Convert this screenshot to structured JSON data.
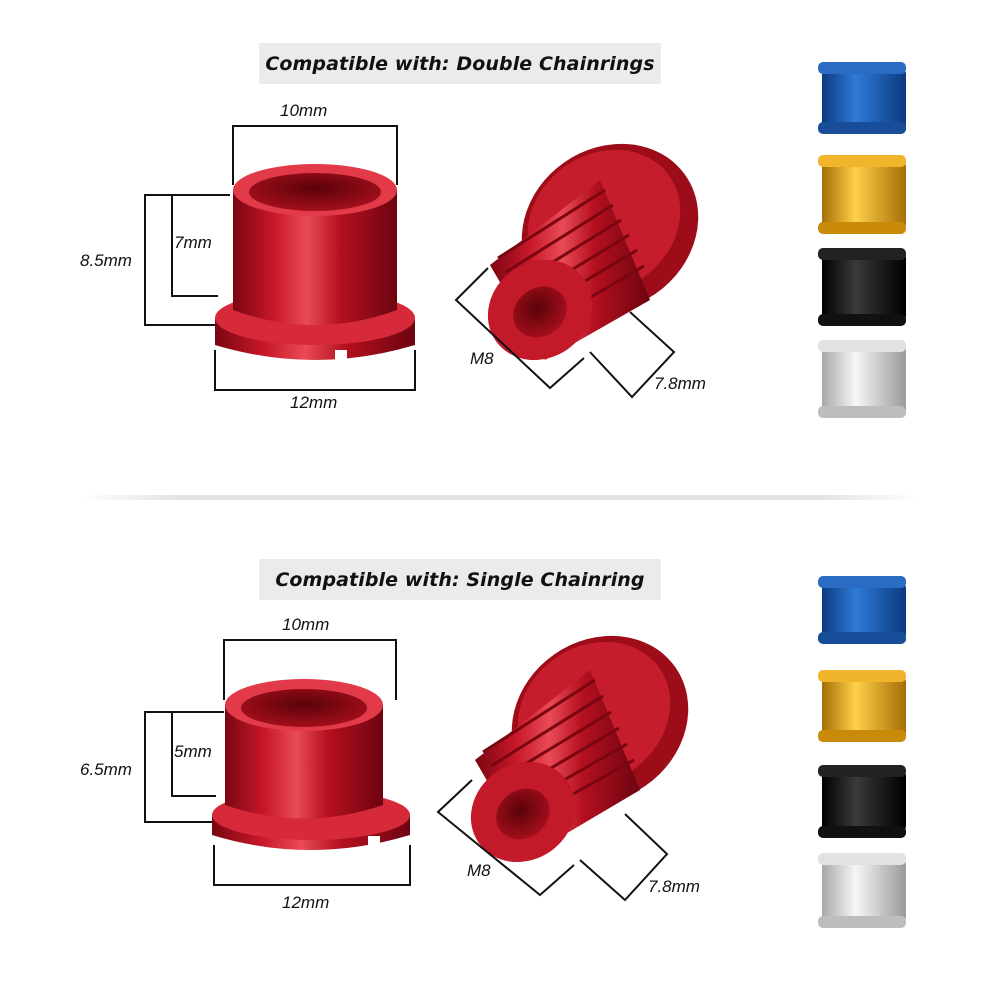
{
  "sections": [
    {
      "banner": "Compatible with: Double Chainrings",
      "nut": {
        "top_width": "10mm",
        "outer_height": "8.5mm",
        "inner_height": "7mm",
        "bottom_width": "12mm"
      },
      "bolt": {
        "thread": "M8",
        "length": "7.8mm"
      }
    },
    {
      "banner": "Compatible with: Single Chainring",
      "nut": {
        "top_width": "10mm",
        "outer_height": "6.5mm",
        "inner_height": "5mm",
        "bottom_width": "12mm"
      },
      "bolt": {
        "thread": "M8",
        "length": "7.8mm"
      }
    }
  ],
  "colors": {
    "part_red": "#b3101f",
    "swatches": [
      "#1e5fb0",
      "#e3a412",
      "#161616",
      "#d4d4d4"
    ]
  }
}
